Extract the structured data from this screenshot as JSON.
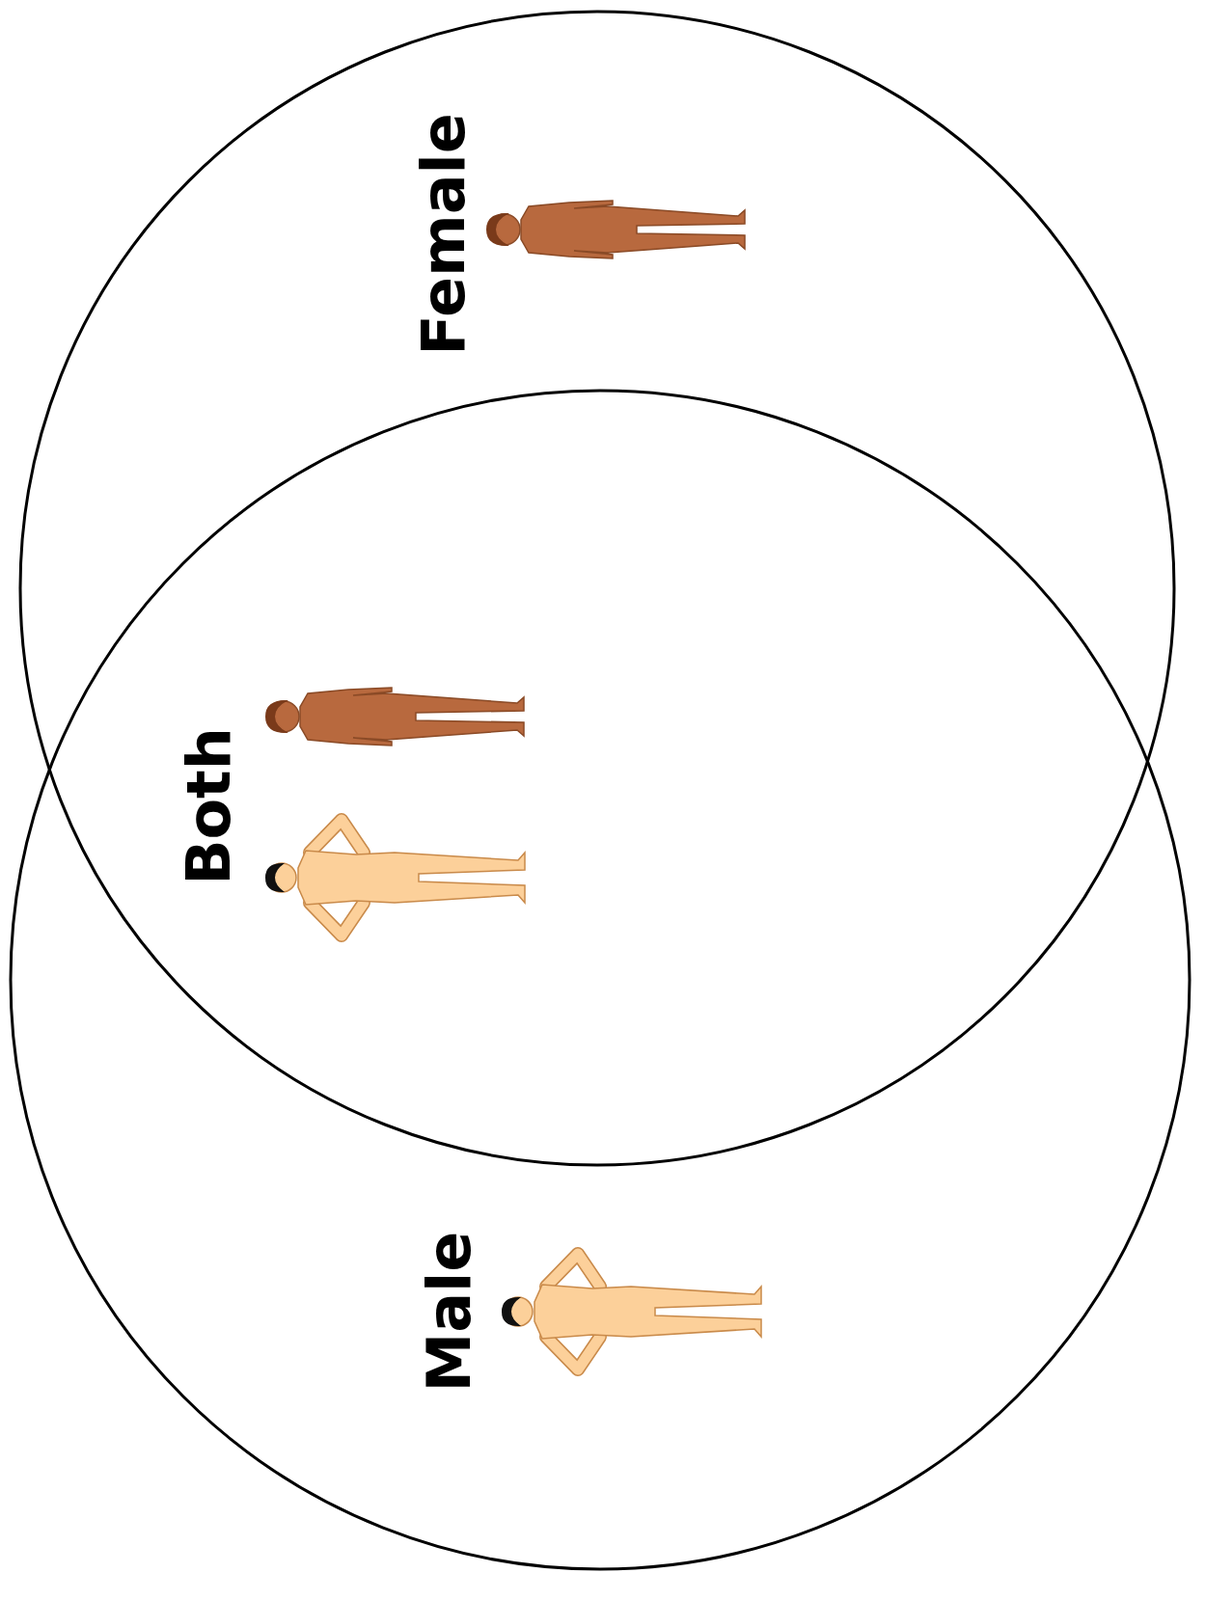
{
  "diagram": {
    "nodes": [
      {
        "text": [
          "Female"
        ]
      },
      {
        "text": [
          "Male"
        ]
      }
    ],
    "labels": [
      "Both"
    ]
  }
}
